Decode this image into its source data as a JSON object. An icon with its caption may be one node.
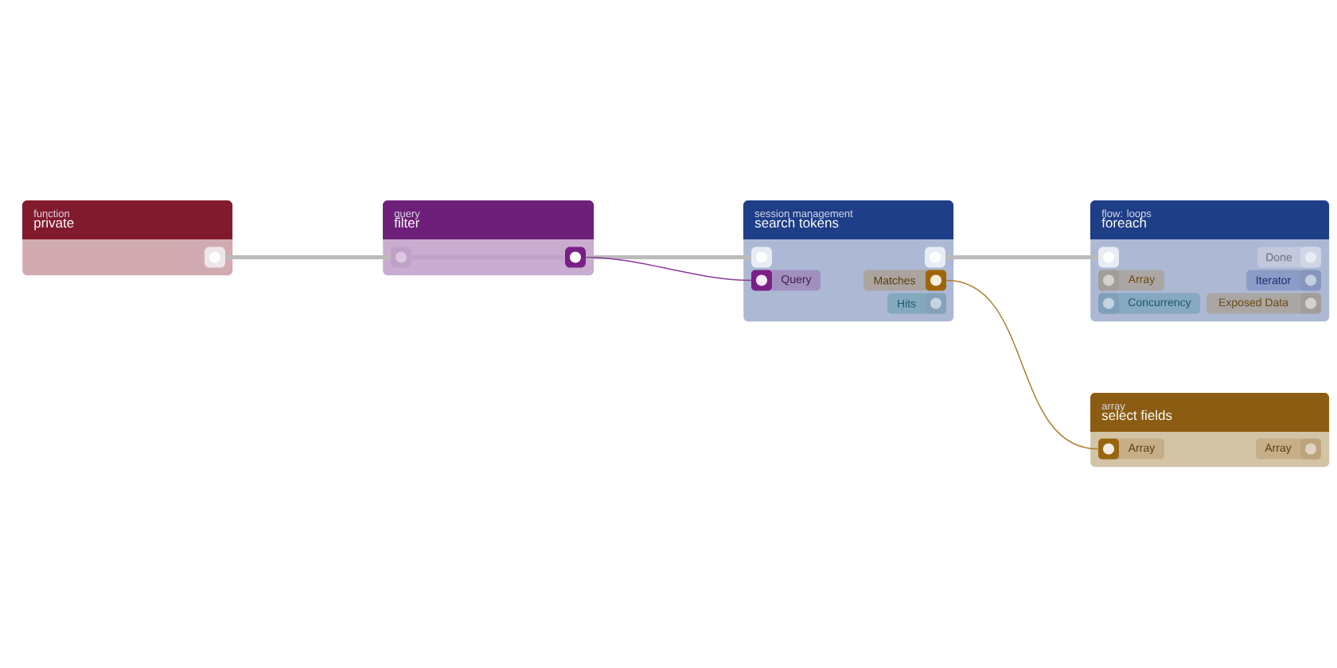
{
  "diagram": {
    "nodes": [
      {
        "text": [
          "function",
          "private"
        ]
      },
      {
        "text": [],
        "shape": "box",
        "in": 0
      },
      {
        "text": [
          "query",
          "filter"
        ]
      },
      {
        "text": [],
        "shape": "box",
        "in": 2
      },
      {
        "text": [],
        "shape": "box",
        "in": 2
      },
      {
        "text": [
          "session management",
          "search tokens"
        ]
      },
      {
        "text": [],
        "shape": "box",
        "in": 5
      },
      {
        "text": [],
        "shape": "box",
        "in": 5
      },
      {
        "text": [
          "Query"
        ],
        "in": 5
      },
      {
        "text": [
          "Matches"
        ],
        "in": 5
      },
      {
        "text": [
          "Hits"
        ],
        "in": 5
      },
      {
        "text": [
          "flow: loops",
          "foreach"
        ]
      },
      {
        "text": [],
        "shape": "box",
        "in": 11
      },
      {
        "text": [
          "Done"
        ],
        "in": 11
      },
      {
        "text": [
          "Array"
        ],
        "in": 11
      },
      {
        "text": [
          "Iterator"
        ],
        "in": 11
      },
      {
        "text": [
          "Concurrency"
        ],
        "in": 11
      },
      {
        "text": [
          "Exposed Data"
        ],
        "in": 11
      },
      {
        "text": [
          "array",
          "select fields"
        ]
      },
      {
        "text": [
          "Array"
        ],
        "in": 18
      },
      {
        "text": [
          "Array"
        ],
        "in": 18
      }
    ],
    "edges": [
      {
        "from": 1,
        "to": 3,
        "arrow": "none",
        "color": "#bbbbbb"
      },
      {
        "from": 3,
        "to": 4,
        "arrow": "none",
        "color": "#bda2c6"
      },
      {
        "from": 4,
        "to": 6,
        "arrow": "none",
        "color": "#bbbbbb"
      },
      {
        "from": 4,
        "to": 8,
        "arrow": "none",
        "color": "#8b3a9b"
      },
      {
        "from": 7,
        "to": 12,
        "arrow": "none",
        "color": "#bbbbbb"
      },
      {
        "from": 9,
        "to": 19,
        "arrow": "none",
        "color": "#b07d2a"
      }
    ]
  }
}
